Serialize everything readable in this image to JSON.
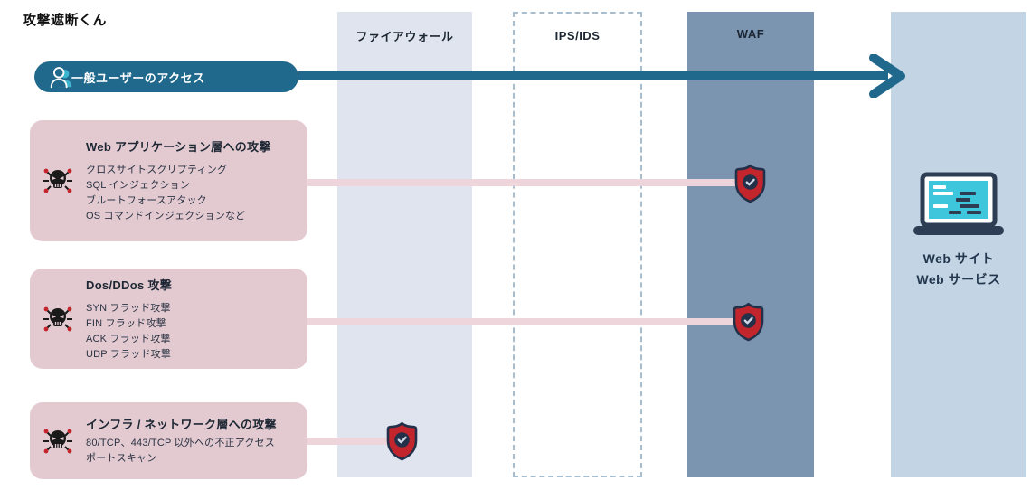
{
  "title": "攻撃遮断くん",
  "user_access": {
    "label": "一般ユーザーのアクセス",
    "icon": "user-icon"
  },
  "columns": [
    {
      "id": "firewall",
      "label": "ファイアウォール",
      "style": "solid-light"
    },
    {
      "id": "ips-ids",
      "label": "IPS/IDS",
      "style": "dashed-outline"
    },
    {
      "id": "waf",
      "label": "WAF",
      "style": "solid-dark"
    }
  ],
  "attacks": [
    {
      "title": "Web アプリケーション層への攻撃",
      "items": [
        "クロスサイトスクリプティング",
        "SQL インジェクション",
        "ブルートフォースアタック",
        "OS コマンドインジェクションなど"
      ],
      "icon": "malware-skull-icon",
      "blocked_at": "WAF"
    },
    {
      "title": "Dos/DDos 攻撃",
      "items": [
        "SYN フラッド攻撃",
        "FIN フラッド攻撃",
        "ACK フラッド攻撃",
        "UDP フラッド攻撃"
      ],
      "icon": "malware-skull-icon",
      "blocked_at": "WAF"
    },
    {
      "title": "インフラ / ネットワーク層への攻撃",
      "items": [
        "80/TCP、443/TCP 以外への不正アクセス",
        "ポートスキャン"
      ],
      "icon": "malware-skull-icon",
      "blocked_at": "ファイアウォール"
    }
  ],
  "destination": {
    "label_line1": "Web サイト",
    "label_line2": "Web サービス",
    "icon": "laptop-icon"
  },
  "icons": {
    "block": "shield-check-icon",
    "attack": "malware-skull-icon",
    "user": "user-icon",
    "destination": "laptop-icon"
  },
  "colors": {
    "accent_blue": "#21698c",
    "user_icon_teal": "#3bb5cf",
    "waf_column": "#7b95b0",
    "firewall_column": "#dfe4ee",
    "ips_dashed_border": "#a8bece",
    "destination_column": "#c3d5e4",
    "attack_box_pink": "#e3cad1",
    "attack_line_pink": "#eed5db",
    "shield_red": "#c2252c",
    "shield_navy": "#233049",
    "laptop_screen_cyan": "#3ec6dc",
    "text_dark": "#1d2733"
  }
}
